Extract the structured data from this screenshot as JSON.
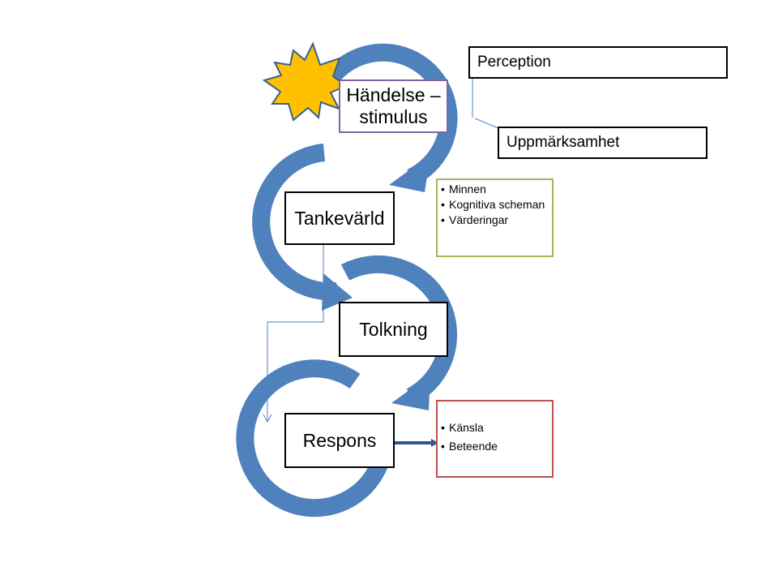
{
  "stages": {
    "event": "Händelse – stimulus",
    "thought": "Tankevärld",
    "interpretation": "Tolkning",
    "response": "Respons"
  },
  "labels": {
    "perception": "Perception",
    "attention": "Uppmärksamhet"
  },
  "thought_items": [
    "Minnen",
    "Kognitiva scheman",
    "Värderingar"
  ],
  "response_items": [
    "Känsla",
    "Beteende"
  ],
  "colors": {
    "arrow": "#4f81bd",
    "arrow_outline": "#ffffff",
    "event_border": "#8064a2",
    "thought_list_border": "#9bbb59",
    "response_list_border": "#c0504d",
    "burst_fill": "#ffc000",
    "burst_stroke": "#3a5f8f",
    "connector": "#4f81bd"
  },
  "icons": {
    "burst": "starburst-icon"
  }
}
